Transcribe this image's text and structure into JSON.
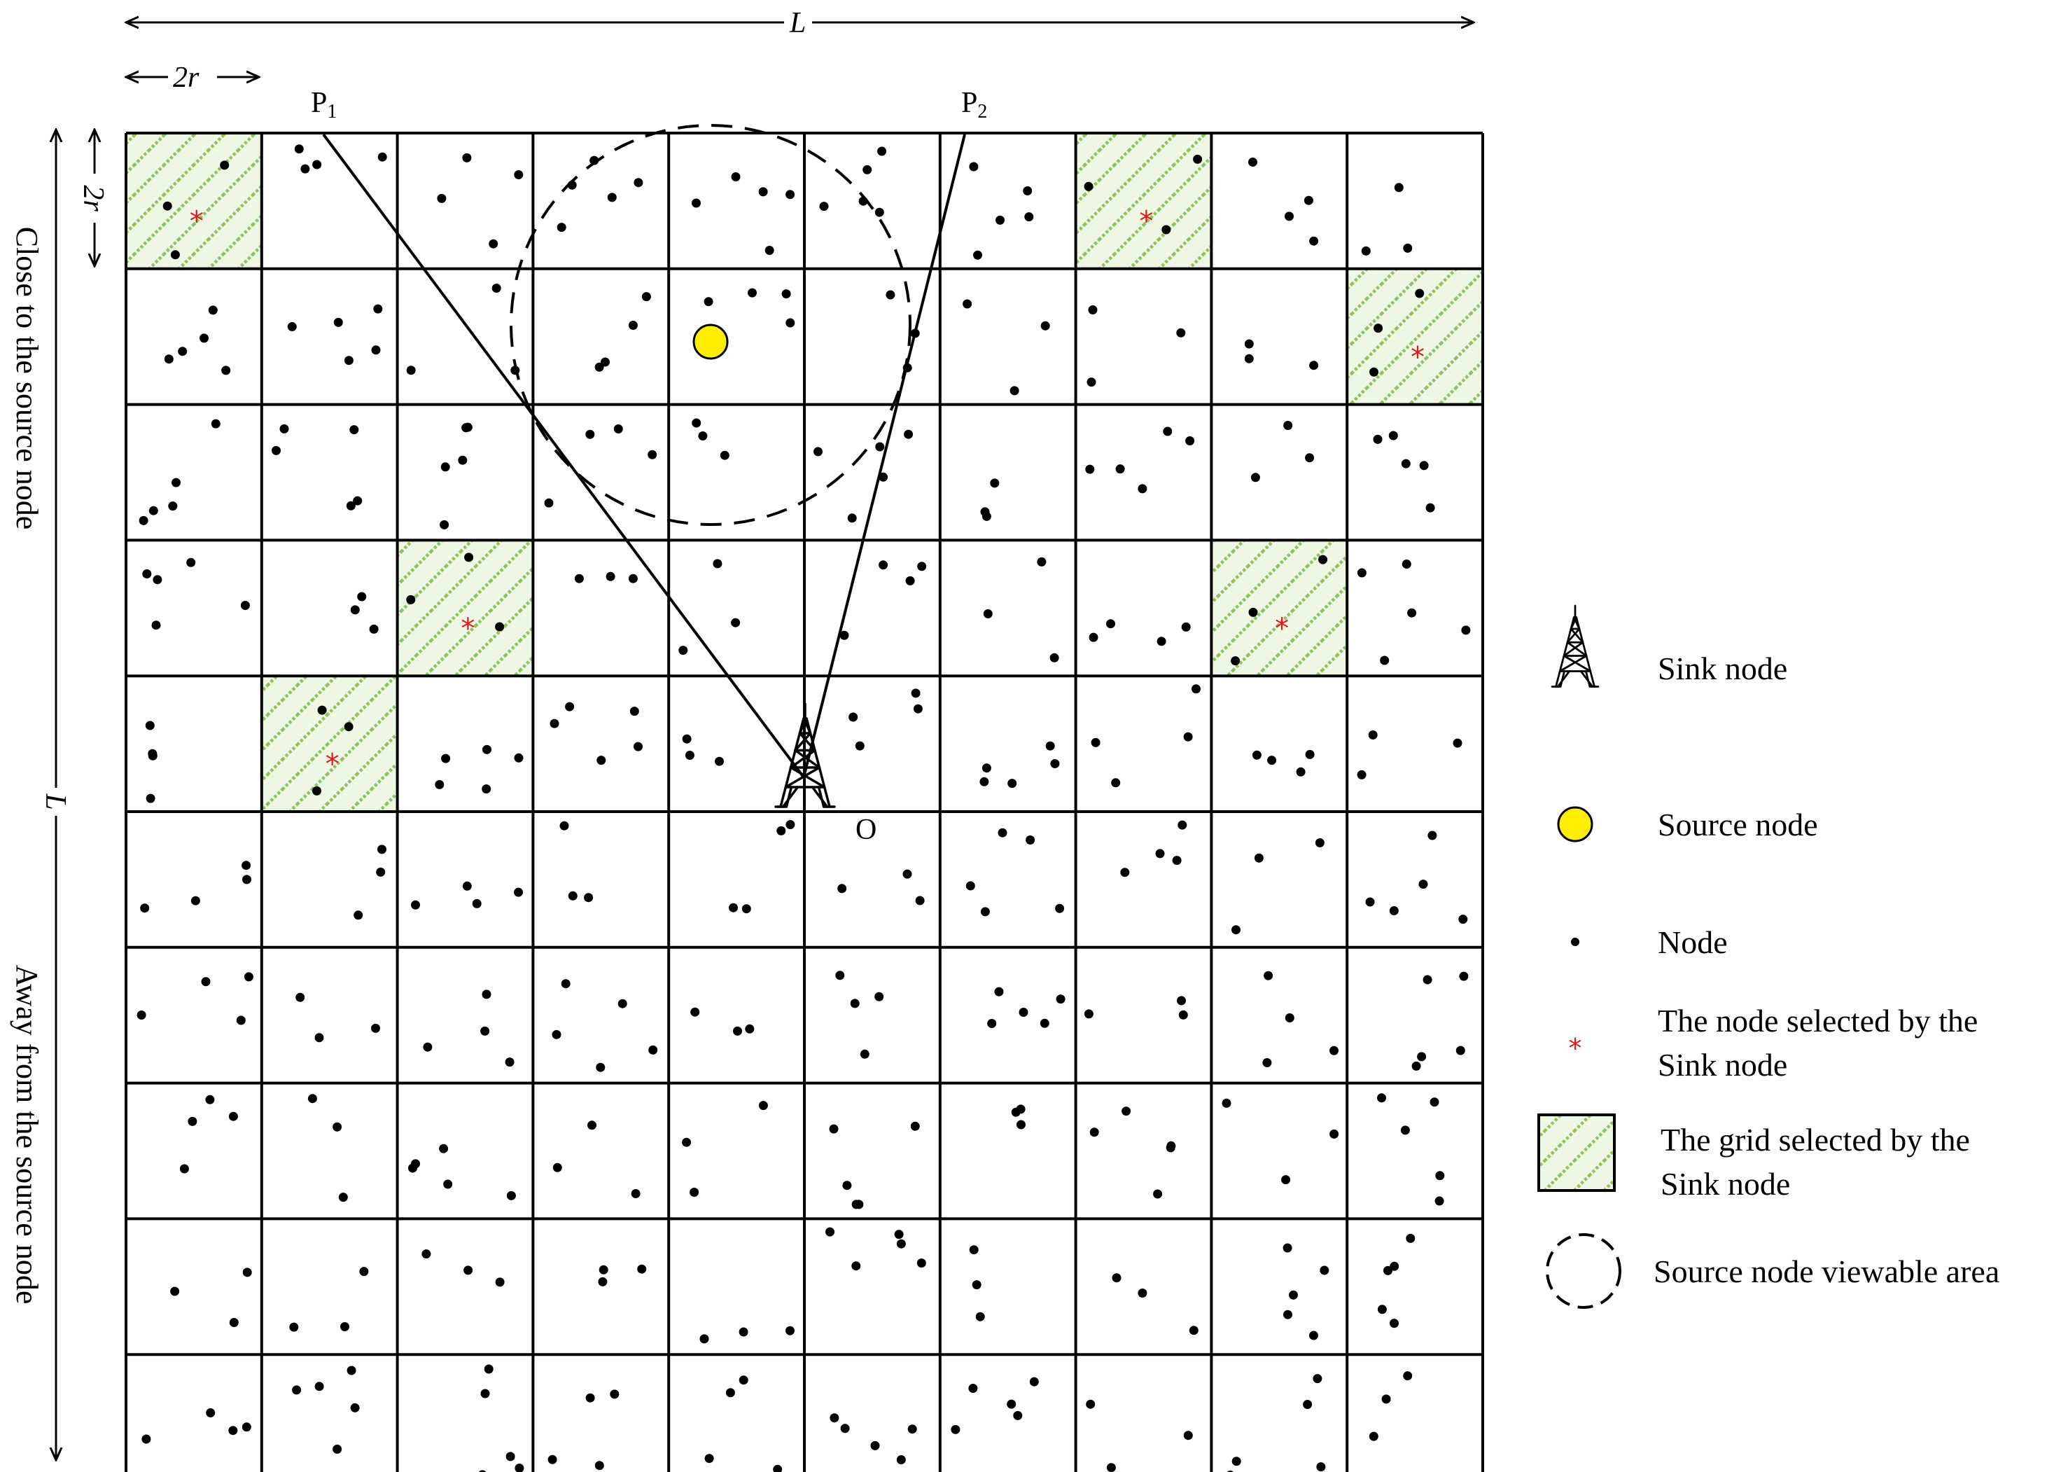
{
  "labels": {
    "dim_L_top": "L",
    "dim_L_left": "L",
    "dim_2r_top": "2r",
    "dim_2r_left": "2r",
    "p1": "P",
    "p1_sub": "1",
    "p2": "P",
    "p2_sub": "2",
    "origin": "O",
    "side_top": "Close to the source node",
    "side_bottom": "Away from the source node"
  },
  "legend": {
    "sink": "Sink node",
    "source": "Source node",
    "node": "Node",
    "selected_node_1": "The node selected by the",
    "selected_node_2": "Sink node",
    "selected_grid_1": "The grid selected by the",
    "selected_grid_2": "Sink node",
    "viewable": "Source node viewable area"
  },
  "colors": {
    "grid_line": "#000000",
    "node": "#000000",
    "source_fill": "#ffee00",
    "selected_node": "#e01818",
    "hatch": "#8cc35a",
    "hatch_bg": "#e8f3dc"
  },
  "grid": {
    "rows": 10,
    "cols": 10
  },
  "selected_cells": [
    {
      "row": 0,
      "col": 0
    },
    {
      "row": 0,
      "col": 7
    },
    {
      "row": 1,
      "col": 9
    },
    {
      "row": 3,
      "col": 2
    },
    {
      "row": 3,
      "col": 8
    },
    {
      "row": 4,
      "col": 1
    }
  ],
  "selected_nodes": [
    {
      "row": 0,
      "col": 0
    },
    {
      "row": 0,
      "col": 7
    },
    {
      "row": 1,
      "col": 9
    },
    {
      "row": 3,
      "col": 2
    },
    {
      "row": 3,
      "col": 8
    },
    {
      "row": 4,
      "col": 1
    }
  ],
  "source_node": {
    "row": 1,
    "col": 4
  },
  "sink_node": {
    "row": 5,
    "col": 5
  }
}
